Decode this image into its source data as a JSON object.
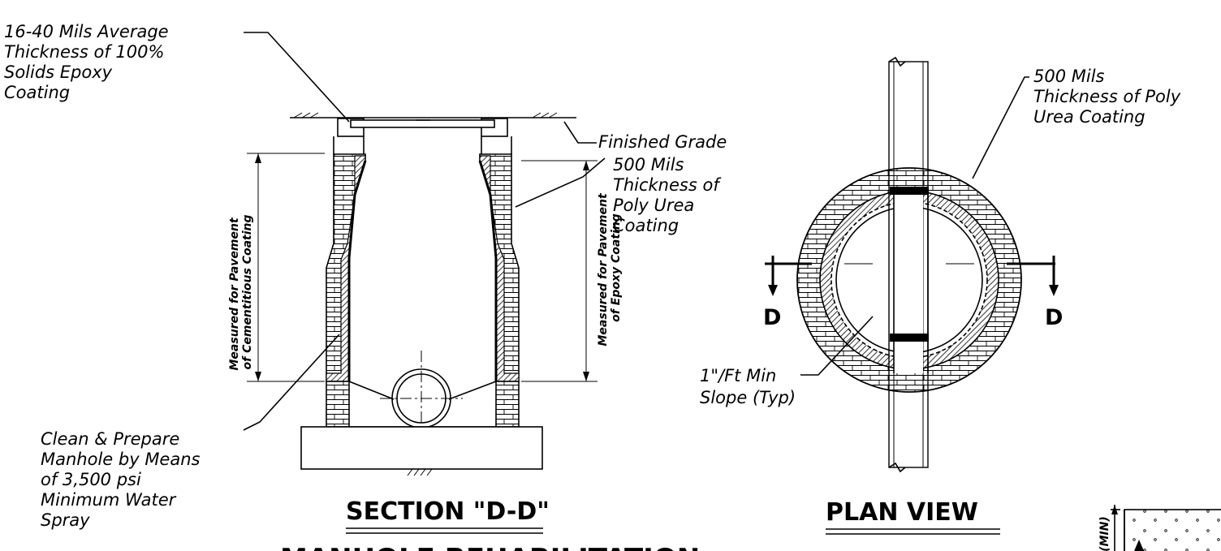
{
  "section": {
    "note_epoxy": [
      "16-40 Mils Average",
      "Thickness of 100%",
      "Solids Epoxy",
      "Coating"
    ],
    "note_grade": "Finished Grade",
    "note_polyurea": [
      "500 Mils",
      "Thickness of",
      "Poly Urea",
      "Coating"
    ],
    "note_clean": [
      "Clean & Prepare",
      "Manhole by Means",
      "of 3,500 psi",
      "Minimum Water",
      "Spray"
    ],
    "dim_left": [
      "Measured for Pavement",
      "of Cementitious Coating"
    ],
    "dim_right": [
      "Measured for Pavement",
      "of Epoxy Coating"
    ],
    "title": "SECTION \"D-D\""
  },
  "plan": {
    "note_polyurea": [
      "500 Mils",
      "Thickness of Poly",
      "Urea Coating"
    ],
    "note_slope": [
      "1\"/Ft Min",
      "Slope (Typ)"
    ],
    "cut_left": "D",
    "cut_right": "D",
    "title": "PLAN VIEW"
  },
  "bottom_title": "MANHOLE REHABILITATION",
  "corner_detail": {
    "label": "(MIN)"
  }
}
